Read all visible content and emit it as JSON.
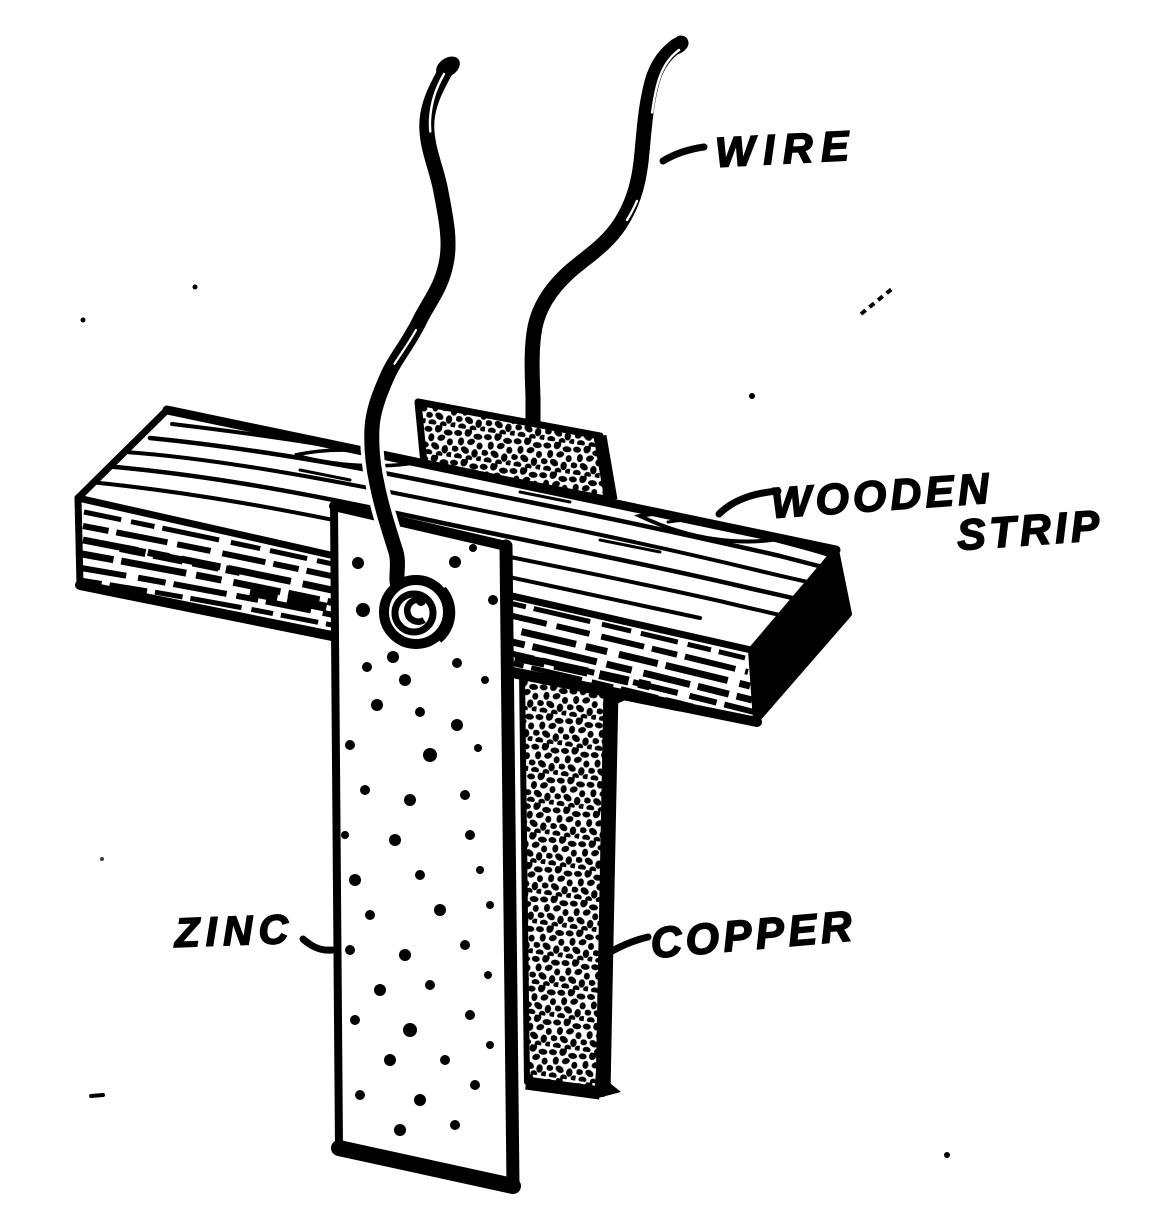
{
  "figure": {
    "type": "hand-drawn illustration",
    "description": "Simple voltaic cell element: zinc and copper strips hung on a wooden strip, each with a connecting wire",
    "colors": {
      "ink": "#000000",
      "paper": "#ffffff"
    },
    "labels": {
      "wire": "WIRE",
      "wooden_strip_line1": "WOODEN",
      "wooden_strip_line2": "STRIP",
      "zinc": "ZINC",
      "copper": "COPPER"
    }
  }
}
